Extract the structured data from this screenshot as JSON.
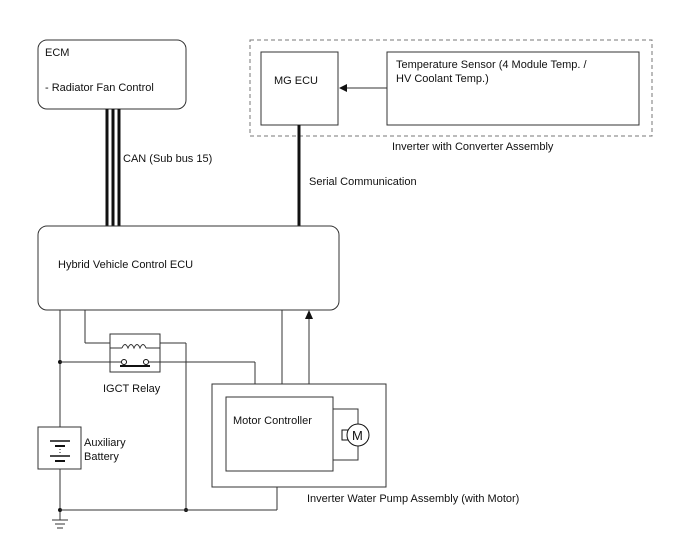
{
  "ecm": {
    "title": "ECM",
    "function": "- Radiator Fan Control"
  },
  "inverter_assembly": {
    "label": "Inverter with Converter Assembly",
    "mg_ecu": "MG ECU",
    "temp_sensor_line1": "Temperature Sensor (4 Module Temp. /",
    "temp_sensor_line2": "HV Coolant Temp.)"
  },
  "connections": {
    "can_label": "CAN (Sub bus 15)",
    "serial_label": "Serial Communication"
  },
  "hv_ecu": {
    "label": "Hybrid Vehicle Control ECU"
  },
  "relay": {
    "label": "IGCT Relay"
  },
  "battery": {
    "line1": "Auxiliary",
    "line2": "Battery"
  },
  "pump_assembly": {
    "label": "Inverter Water Pump Assembly (with Motor)",
    "controller": "Motor Controller",
    "motor_symbol": "M"
  }
}
